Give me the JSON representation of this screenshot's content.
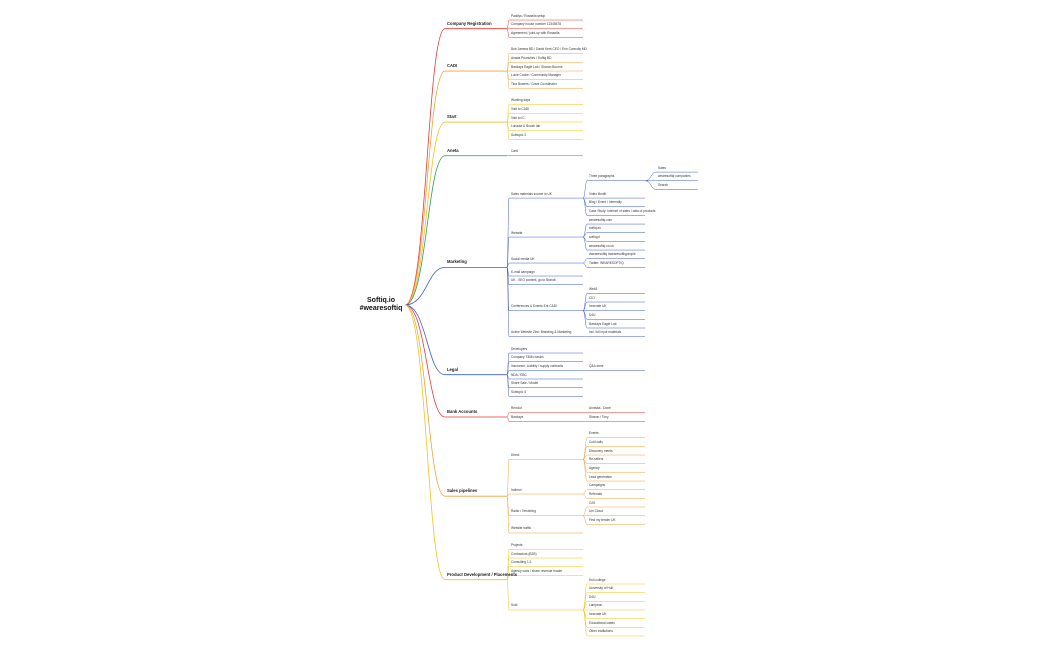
{
  "root": {
    "text": "Softiq.io\n#wearesoftiq"
  },
  "branches": [
    {
      "label": "Company Registration",
      "color": "#e53935",
      "children": [
        {
          "label": "Paddys / Rossella setup"
        },
        {
          "label": "Company house number 12345678"
        },
        {
          "label": "Agreement / joint-op with Rossella"
        }
      ]
    },
    {
      "label": "CADI",
      "color": "#f4a03a",
      "children": [
        {
          "label": "Bob Jamma BD / David Kent CEO / Erin Connolly MD"
        },
        {
          "label": "Anada Pounchev / Softiq BD"
        },
        {
          "label": "Barclays Eagle Lab / Sharon Bourne"
        },
        {
          "label": "Lucie Cooke / Community Manager"
        },
        {
          "label": "Tina Bowers / Grant Coordinator"
        }
      ]
    },
    {
      "label": "Start",
      "color": "#f2c21b",
      "children": [
        {
          "label": "Working days"
        },
        {
          "label": "Visit to CADI"
        },
        {
          "label": "Visit to IC"
        },
        {
          "label": "Lunavia & Boosh lab"
        },
        {
          "label": "Subtopic 3"
        }
      ]
    },
    {
      "label": "Aneta",
      "color": "#2e9e5b",
      "children": [
        {
          "label": "Card"
        }
      ]
    },
    {
      "label": "Marketing",
      "color": "#3d5bd9",
      "children": [
        {
          "label": "Sales materials source in UK",
          "children": [
            {
              "label": "Three paragraphs",
              "children": [
                {
                  "label": "Sales"
                },
                {
                  "label": "wearesoftiq companies"
                },
                {
                  "label": "Search"
                }
              ]
            },
            {
              "label": "Video Bonfit"
            },
            {
              "label": "Blog / Event / Internally"
            },
            {
              "label": "Case Study: Internet of sales / data of products"
            }
          ]
        },
        {
          "label": "Website",
          "children": [
            {
              "label": "wearesoftiq.com"
            },
            {
              "label": "softiq.eu"
            },
            {
              "label": "softiq.pl"
            },
            {
              "label": "wearesoftiq.co.uk"
            }
          ]
        },
        {
          "label": "Social media UK",
          "children": [
            {
              "label": "#wearesoftiq #wearesoftiqpeople"
            },
            {
              "label": "Twitter: WEARESOFTIQ"
            }
          ]
        },
        {
          "label": "E-mail campaign"
        },
        {
          "label": "UK - SEO content, go to Brandt"
        },
        {
          "label": "Conferences & Events Ent CADI",
          "children": [
            {
              "label": "Web3"
            },
            {
              "label": "CIO"
            },
            {
              "label": "Innovate UK"
            },
            {
              "label": "D4U"
            },
            {
              "label": "Barclays Eagle Lab"
            }
          ]
        },
        {
          "label": "Active Website Zinc: Branding & Marketing",
          "children": [
            {
              "label": "incl. full input materials"
            }
          ]
        }
      ]
    },
    {
      "label": "Legal",
      "color": "#3d5bd9",
      "children": [
        {
          "label": "Developers"
        },
        {
          "label": "Company T&Ms basics"
        },
        {
          "label": "Insurance, Liability / supply contracts",
          "children": [
            {
              "label": "Q&A done"
            }
          ]
        },
        {
          "label": "NDA / EBC"
        },
        {
          "label": "Share Sale / Model"
        },
        {
          "label": "Subtopic 4"
        }
      ]
    },
    {
      "label": "Bank Accounts",
      "color": "#e53935",
      "children": [
        {
          "label": "Revolut",
          "children": [
            {
              "label": "Anniska - Done"
            }
          ]
        },
        {
          "label": "Barclays",
          "children": [
            {
              "label": "Sharon / Tony"
            }
          ]
        }
      ]
    },
    {
      "label": "Sales pipelines",
      "color": "#f4a03a",
      "children": [
        {
          "label": "Direct",
          "children": [
            {
              "label": "Events"
            },
            {
              "label": "Cold calls"
            },
            {
              "label": "Discovery meets"
            },
            {
              "label": "Re-sellers"
            },
            {
              "label": "Agency"
            },
            {
              "label": "Lead generation"
            }
          ]
        },
        {
          "label": "Indirect",
          "children": [
            {
              "label": "Campaigns"
            },
            {
              "label": "Referrals"
            }
          ]
        },
        {
          "label": "Radio / Tendering",
          "children": [
            {
              "label": "OJS"
            },
            {
              "label": "Uni Cloud"
            },
            {
              "label": "Find my tender UK"
            }
          ]
        },
        {
          "label": "Website traffic"
        }
      ]
    },
    {
      "label": "Product Development / Placements",
      "color": "#f2c21b",
      "children": [
        {
          "label": "Projects"
        },
        {
          "label": "Contractors (B2B)"
        },
        {
          "label": "Consulting 1:1"
        },
        {
          "label": "Agency work / share revenue model"
        },
        {
          "label": "Sold",
          "children": [
            {
              "label": "Hull college"
            },
            {
              "label": "University of Hull"
            },
            {
              "label": "D4U"
            },
            {
              "label": "Lampeon"
            },
            {
              "label": "Innovate UK"
            },
            {
              "label": "Educational cases"
            },
            {
              "label": "Other institutions"
            }
          ]
        }
      ]
    }
  ]
}
